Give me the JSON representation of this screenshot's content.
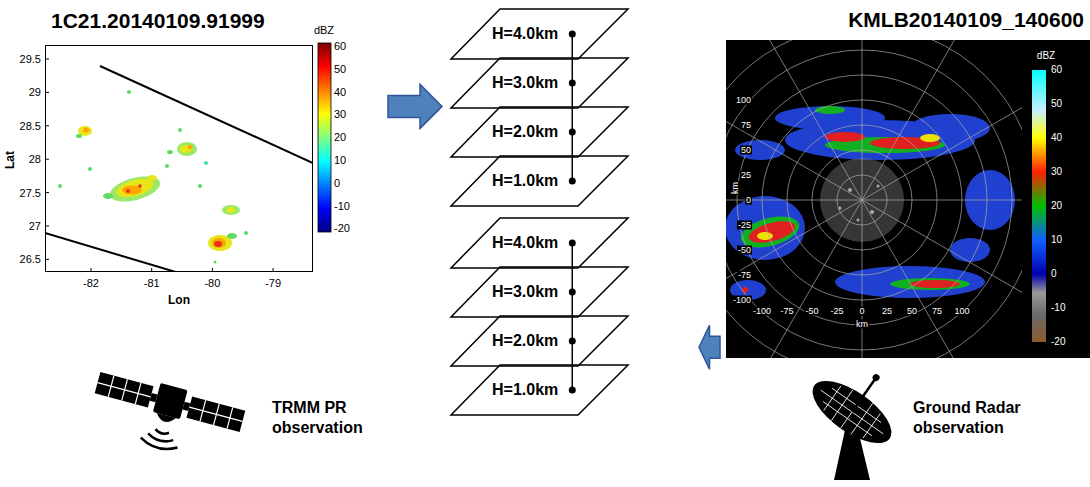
{
  "diagram": {
    "nodes": [
      {
        "text": [
          "1C21.20140109.91999"
        ]
      },
      {
        "text": [
          "H=4.0km"
        ]
      },
      {
        "text": [
          "H=3.0km"
        ]
      },
      {
        "text": [
          "H=2.0km"
        ]
      },
      {
        "text": [
          "H=1.0km"
        ]
      },
      {
        "text": [
          "H=4.0km"
        ]
      },
      {
        "text": [
          "H=3.0km"
        ]
      },
      {
        "text": [
          "H=2.0km"
        ]
      },
      {
        "text": [
          "H=1.0km"
        ]
      },
      {
        "text": [
          "KMLB20140109_140600"
        ]
      }
    ],
    "edges": [
      {
        "from": 0,
        "to": 2,
        "arrow": "to"
      },
      {
        "from": 9,
        "to": 7,
        "arrow": "to"
      },
      {
        "from": 1,
        "to": 2,
        "arrow": "none"
      },
      {
        "from": 2,
        "to": 3,
        "arrow": "none"
      },
      {
        "from": 3,
        "to": 4,
        "arrow": "none"
      },
      {
        "from": 5,
        "to": 6,
        "arrow": "none"
      },
      {
        "from": 6,
        "to": 7,
        "arrow": "none"
      },
      {
        "from": 7,
        "to": 8,
        "arrow": "none"
      }
    ],
    "labels": [
      "dBZ",
      "60",
      "50",
      "40",
      "30",
      "20",
      "10",
      "0",
      "-10",
      "-20",
      "Lat",
      "29.5",
      "29",
      "28.5",
      "28",
      "27.5",
      "27",
      "26.5",
      "Lon",
      "-82",
      "-81",
      "-80",
      "-79",
      "TRMM PR observation",
      "dBZ",
      "60",
      "50",
      "40",
      "30",
      "20",
      "10",
      "0",
      "-10",
      "-20",
      "km",
      "100",
      "75",
      "50",
      "25",
      "0",
      "-25",
      "-50",
      "-75",
      "-100",
      "-100",
      "-75",
      "-50",
      "-25",
      "0",
      "25",
      "50",
      "75",
      "100",
      "km",
      "Ground Radar observation"
    ]
  }
}
